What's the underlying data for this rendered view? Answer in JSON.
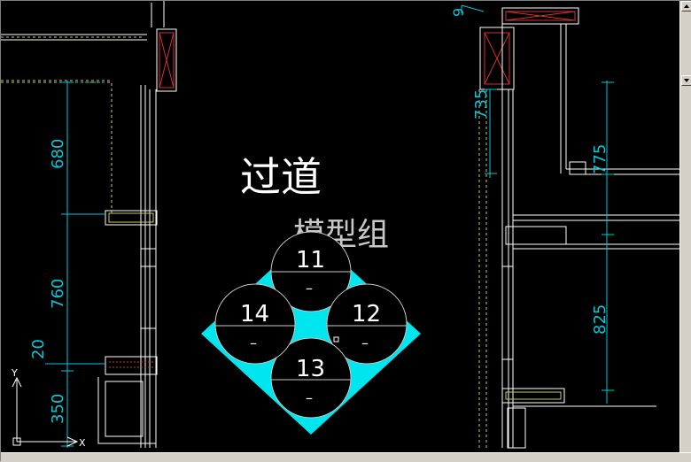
{
  "drawing": {
    "title": "过道",
    "subtitle": "模型组",
    "dimensions_left": [
      "680",
      "760",
      "20",
      "350"
    ],
    "dimensions_right": [
      "9",
      "735",
      "775",
      "825"
    ],
    "tile_numbers": [
      "11",
      "12",
      "13",
      "14"
    ],
    "tile_marks": [
      "–",
      "–",
      "–",
      "–"
    ],
    "axis_labels": {
      "x": "X",
      "y": "Y"
    }
  },
  "colors": {
    "background": "#000000",
    "dimension": "#00c8d8",
    "wall": "#ffffff",
    "hatch": "#00e5ee",
    "window": "#d03030",
    "dash": "#c8c864"
  }
}
